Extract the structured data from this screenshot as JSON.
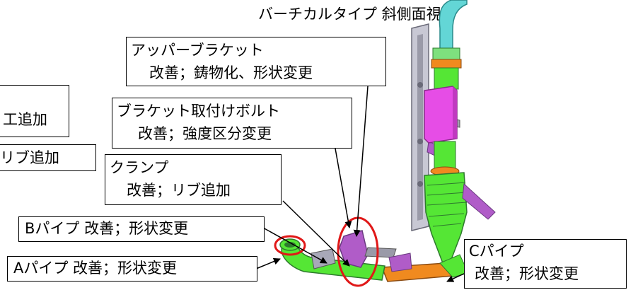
{
  "title": "バーチカルタイプ 斜側面視",
  "partial_labels": {
    "top": "工追加",
    "bottom": "リブ追加"
  },
  "callouts": {
    "upper_bracket": {
      "line1": "アッパーブラケット",
      "line2": "改善；鋳物化、形状変更"
    },
    "bracket_bolt": {
      "line1": "ブラケット取付けボルト",
      "line2": "改善；強度区分変更"
    },
    "clamp": {
      "line1": "クランプ",
      "line2": "改善；リブ追加"
    },
    "b_pipe": {
      "text": "Bパイプ 改善；形状変更"
    },
    "a_pipe": {
      "text": "Aパイプ 改善；形状変更"
    },
    "c_pipe": {
      "line1": "Cパイプ",
      "line2": "改善；形状変更"
    }
  },
  "colors": {
    "pipe_green": "#55e635",
    "pipe_cyan": "#63d6d6",
    "muffler_magenta": "#e64de6",
    "pipe_orange": "#f08a1f",
    "bracket_purple": "#b05cc8",
    "highlight_red": "#e01818",
    "frame_gray": "#9a9aa8"
  }
}
